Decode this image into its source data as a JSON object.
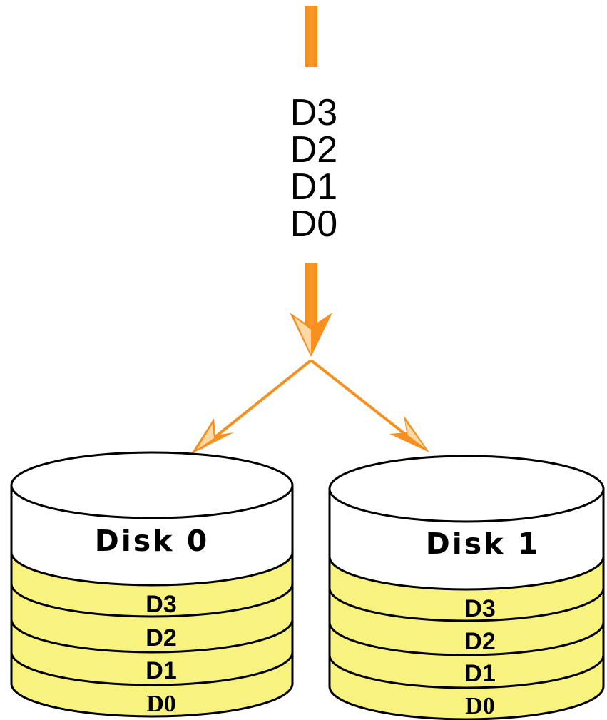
{
  "colors": {
    "arrow": "#f7901e",
    "arrow_highlight": "#fdd9a8",
    "disk_top": "#ffffff",
    "disk_band": "#f8f27e",
    "outline": "#000000",
    "background": "#ffffff"
  },
  "input_stream": {
    "blocks": [
      "D3",
      "D2",
      "D1",
      "D0"
    ]
  },
  "disks": [
    {
      "title": "Disk 0",
      "bands": [
        "D3",
        "D2",
        "D1",
        "D0"
      ]
    },
    {
      "title": "Disk 1",
      "bands": [
        "D3",
        "D2",
        "D1",
        "D0"
      ]
    }
  ]
}
